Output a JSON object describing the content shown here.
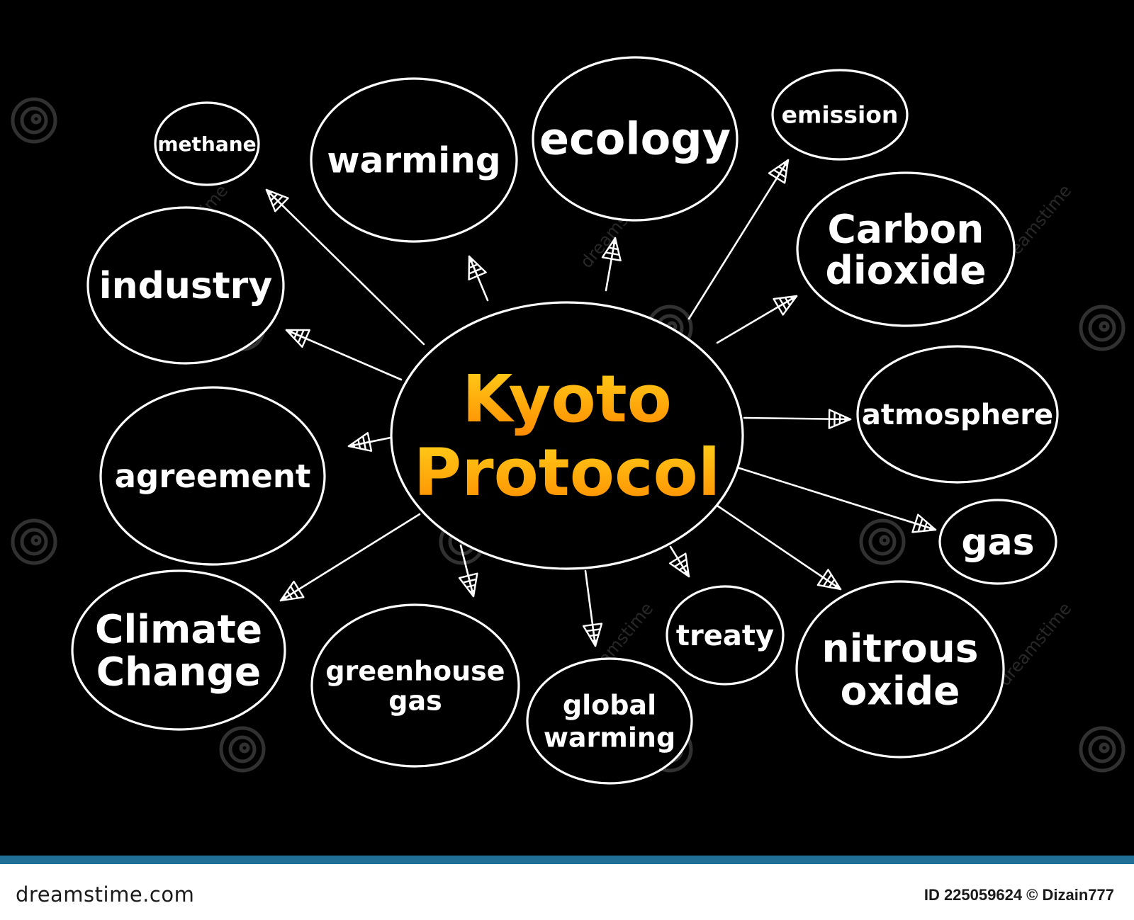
{
  "center": {
    "lines": [
      "Kyoto",
      "Protocol"
    ],
    "gradient": [
      "#ffd21a",
      "#ff8a00"
    ]
  },
  "nodes": [
    {
      "id": "methane",
      "lines": [
        "methane"
      ]
    },
    {
      "id": "warming",
      "lines": [
        "warming"
      ]
    },
    {
      "id": "ecology",
      "lines": [
        "ecology"
      ]
    },
    {
      "id": "emission",
      "lines": [
        "emission"
      ]
    },
    {
      "id": "industry",
      "lines": [
        "industry"
      ]
    },
    {
      "id": "carbon-dioxide",
      "lines": [
        "Carbon",
        "dioxide"
      ]
    },
    {
      "id": "agreement",
      "lines": [
        "agreement"
      ]
    },
    {
      "id": "atmosphere",
      "lines": [
        "atmosphere"
      ]
    },
    {
      "id": "gas",
      "lines": [
        "gas"
      ]
    },
    {
      "id": "climate-change",
      "lines": [
        "Climate",
        "Change"
      ]
    },
    {
      "id": "greenhouse-gas",
      "lines": [
        "greenhouse",
        "gas"
      ]
    },
    {
      "id": "global-warming",
      "lines": [
        "global",
        "warming"
      ]
    },
    {
      "id": "treaty",
      "lines": [
        "treaty"
      ]
    },
    {
      "id": "nitrous-oxide",
      "lines": [
        "nitrous",
        "oxide"
      ]
    }
  ],
  "watermark": {
    "text": "dreamstime"
  },
  "footer": {
    "brand": "dreamstime.com",
    "id_text": "ID 225059624 © Dizain777",
    "band_color": "#1f6f97"
  }
}
